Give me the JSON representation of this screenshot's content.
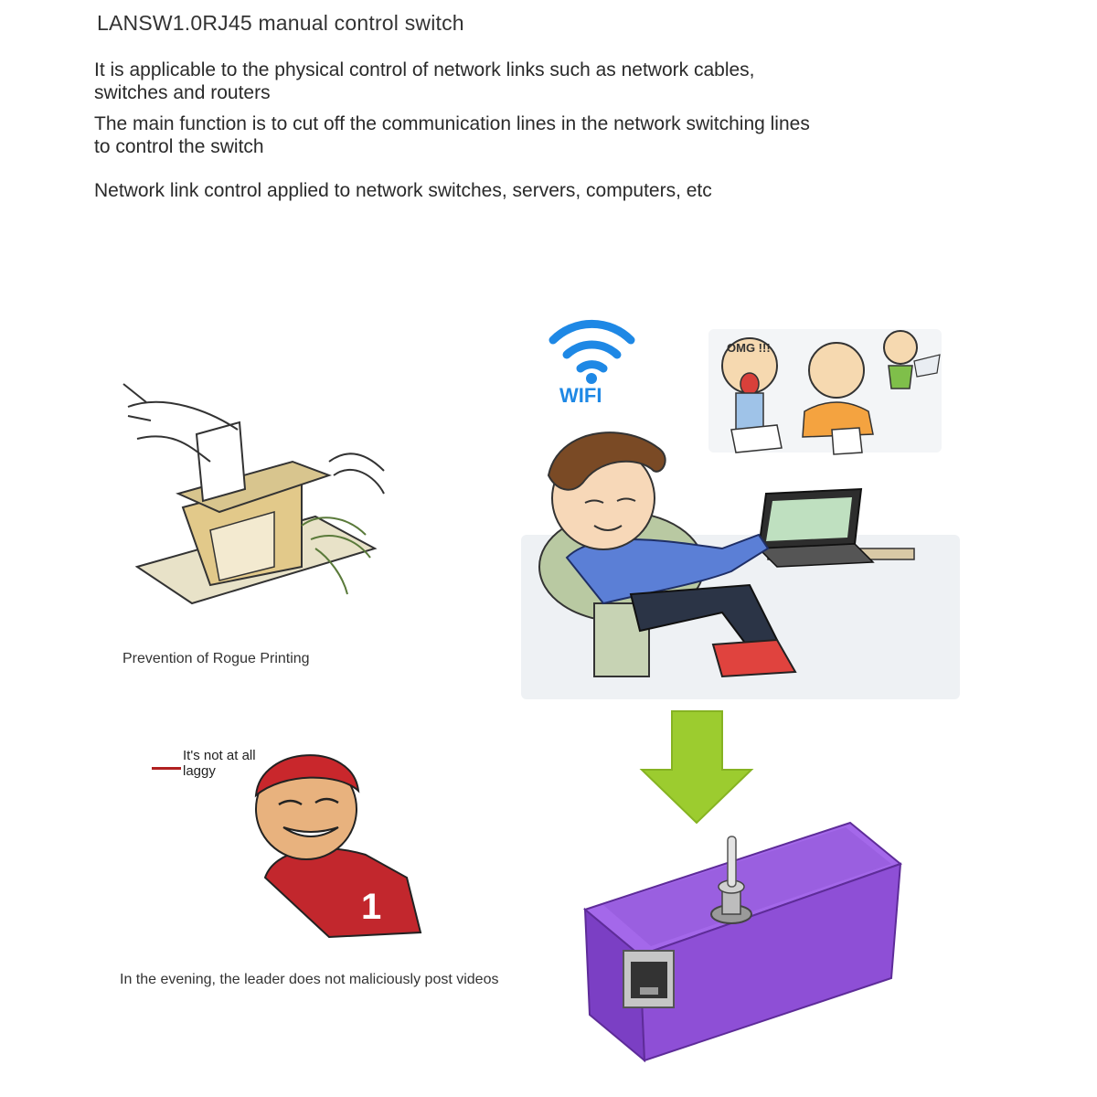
{
  "header": {
    "title": "LANSW1.0RJ45 manual control switch",
    "lines": [
      "It is applicable to the physical control of network links such as network cables, switches and routers",
      "The main function is to cut off the communication lines in the network switching lines to control the switch",
      "Network link control applied to network switches, servers, computers, etc"
    ]
  },
  "illustrations": {
    "printer_caption": "Prevention of Rogue Printing",
    "speech_bubble": "It's not at all laggy",
    "leader_caption": "In the evening, the leader does not maliciously post videos",
    "wifi_label": "WIFI",
    "omg_label": "OMG !!!"
  },
  "colors": {
    "wifi_blue": "#1e88e5",
    "arrow_green": "#9ccc2f",
    "switch_purple": "#8e44d9"
  }
}
